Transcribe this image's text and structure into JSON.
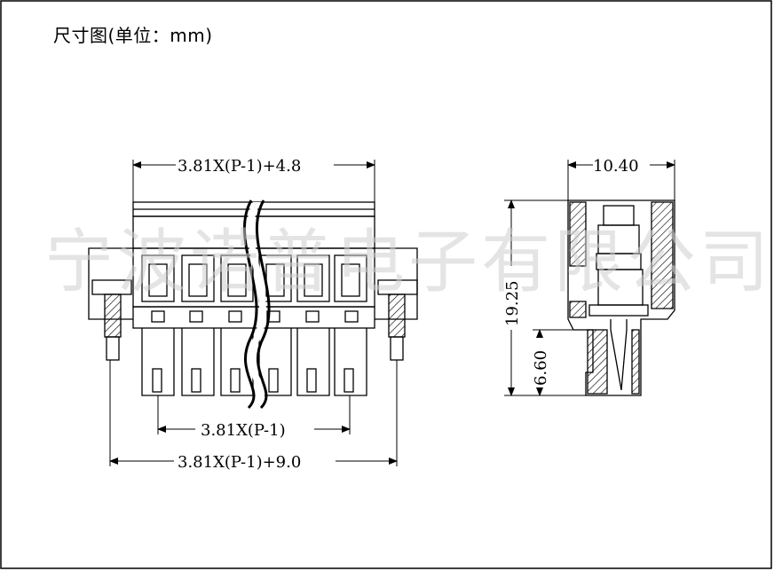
{
  "title": "尺寸图(单位：mm)",
  "watermark": "宁波诺普电子有限公司",
  "front_view": {
    "top_dimension": "3.81X(P-1)+4.8",
    "pin_dimension": "3.81X(P-1)",
    "bottom_dimension": "3.81X(P-1)+9.0"
  },
  "side_view": {
    "width_dimension": "10.40",
    "height_dimension": "19.25",
    "pin_height_dimension": "6.60"
  }
}
